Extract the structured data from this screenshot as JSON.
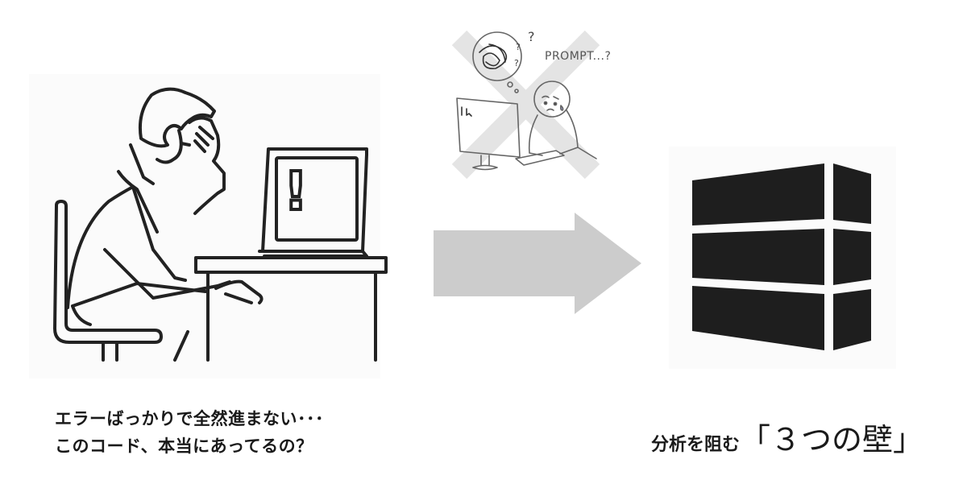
{
  "left_panel": {
    "illustration": "stressed-man-at-laptop",
    "laptop_screen_symbol": "!",
    "caption_lines": [
      "エラーばっかりで全然進まない･･･",
      "このコード、本当にあってるの？"
    ]
  },
  "top_illustration": {
    "thought_marks": [
      "?",
      "?",
      "?"
    ],
    "prompt_text": "PROMPT...?",
    "crossed_out": true
  },
  "arrow": {
    "direction": "right",
    "color": "#cccccc"
  },
  "right_panel": {
    "illustration": "wall-blocks",
    "wall_color": "#1e1e1e",
    "caption_prefix": "分析を阻む",
    "caption_emphasis": "「３つの壁」"
  }
}
